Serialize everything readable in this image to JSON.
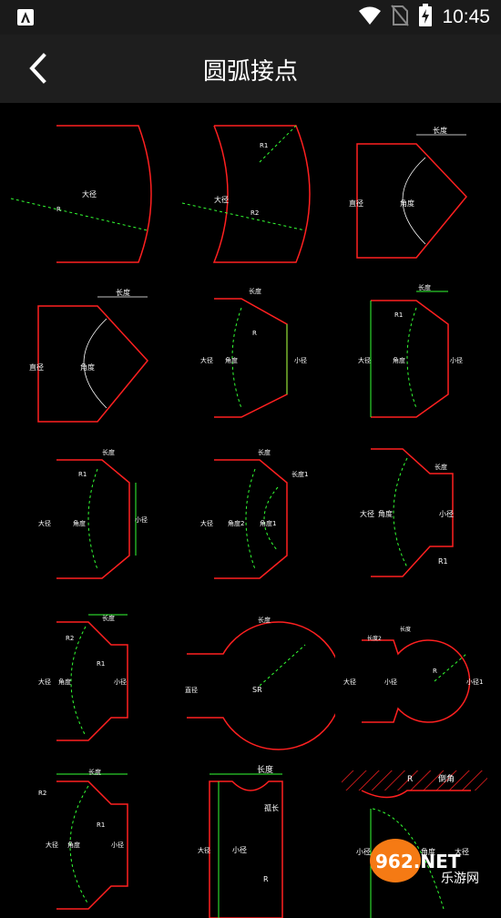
{
  "status_bar": {
    "time": "10:45",
    "icons": [
      "app-notification-icon",
      "wifi-icon",
      "no-sim-icon",
      "battery-charging-icon"
    ]
  },
  "app_bar": {
    "title": "圆弧接点",
    "back_icon": "chevron-left-icon"
  },
  "colors": {
    "background": "#000000",
    "appbar": "#1e1e1e",
    "cad_red": "#ff2020",
    "cad_green": "#33ff33",
    "cad_white": "#ffffff"
  },
  "diagrams": [
    {
      "id": 1,
      "labels": [
        "大径",
        "R"
      ]
    },
    {
      "id": 2,
      "labels": [
        "大径",
        "R1",
        "R2"
      ]
    },
    {
      "id": 3,
      "labels": [
        "长度",
        "直径",
        "角度"
      ]
    },
    {
      "id": 4,
      "labels": [
        "长度",
        "直径",
        "角度"
      ]
    },
    {
      "id": 5,
      "labels": [
        "长度",
        "大径",
        "角度",
        "小径",
        "R"
      ]
    },
    {
      "id": 6,
      "labels": [
        "长度",
        "大径",
        "角度",
        "小径",
        "R1"
      ]
    },
    {
      "id": 7,
      "labels": [
        "长度",
        "大径",
        "角度",
        "小径",
        "R1"
      ]
    },
    {
      "id": 8,
      "labels": [
        "长度",
        "大径",
        "角度2",
        "角度1",
        "长度1"
      ]
    },
    {
      "id": 9,
      "labels": [
        "长度",
        "大径",
        "角度",
        "小径",
        "R1"
      ]
    },
    {
      "id": 10,
      "labels": [
        "长度",
        "R2",
        "R1",
        "大径",
        "角度",
        "小径"
      ]
    },
    {
      "id": 11,
      "labels": [
        "长度",
        "直径",
        "SR"
      ]
    },
    {
      "id": 12,
      "labels": [
        "长度",
        "长度2",
        "大径",
        "小径",
        "R",
        "小径1"
      ]
    },
    {
      "id": 13,
      "labels": [
        "长度",
        "R2",
        "R1",
        "大径",
        "角度",
        "小径"
      ]
    },
    {
      "id": 14,
      "labels": [
        "长度",
        "孤长",
        "大径",
        "小径",
        "R"
      ]
    },
    {
      "id": 15,
      "labels": [
        "R",
        "倒角",
        "小径",
        "角度",
        "大径"
      ]
    }
  ],
  "watermark": {
    "brand": "962.NET",
    "sub": "乐游网"
  }
}
